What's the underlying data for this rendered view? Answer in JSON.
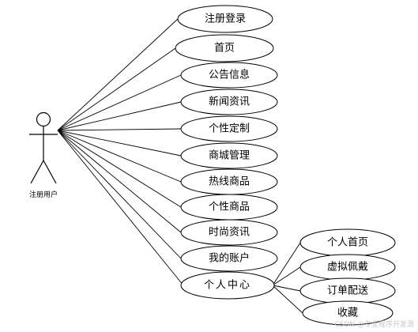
{
  "actor": {
    "label": "注册用户"
  },
  "use_cases": [
    "注册登录",
    "首页",
    "公告信息",
    "新闻资讯",
    "个性定制",
    "商城管理",
    "热线商品",
    "个性商品",
    "时尚资讯",
    "我的账户",
    "个人中心"
  ],
  "sub_use_cases": [
    "个人首页",
    "虚拟佩戴",
    "订单配送",
    "收藏"
  ],
  "watermark": "CSDN @专业程序开发源"
}
